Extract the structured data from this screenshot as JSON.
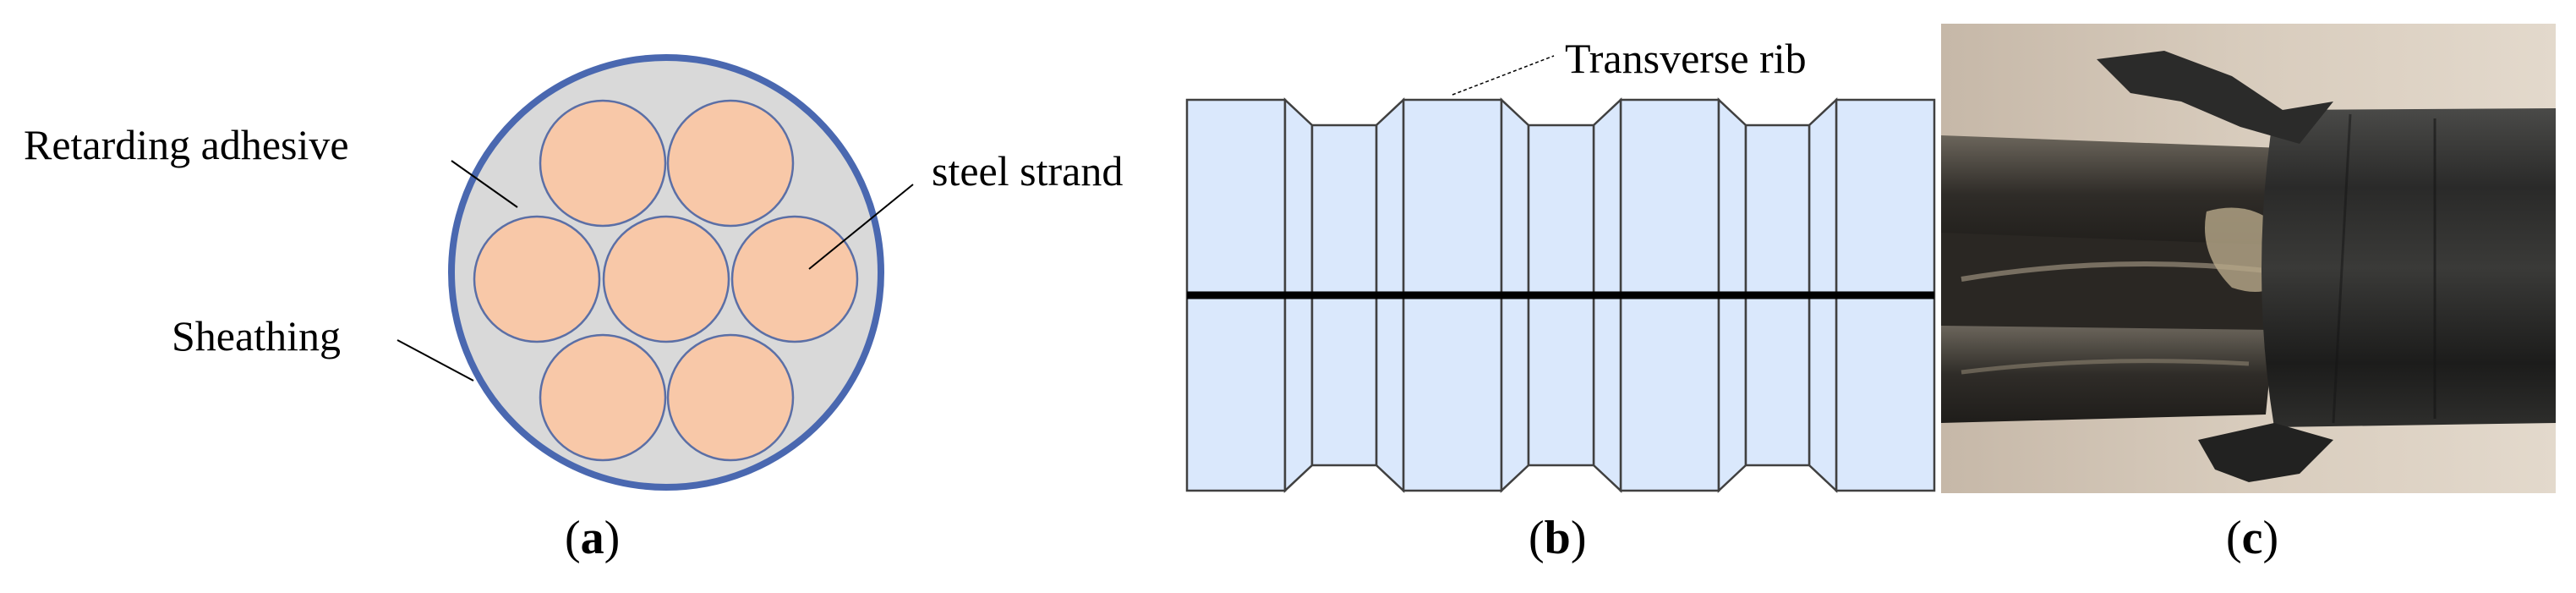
{
  "panel_a": {
    "caption_open": "(",
    "caption_letter": "a",
    "caption_close": ")",
    "labels": {
      "retarding_adhesive": "Retarding adhesive",
      "steel_strand": "steel strand",
      "sheathing": "Sheathing"
    },
    "colors": {
      "sheathing": "#4a68b0",
      "adhesive": "#d9d9d9",
      "strand": "#f8c8a8"
    }
  },
  "panel_b": {
    "caption_open": "(",
    "caption_letter": "b",
    "caption_close": ")",
    "labels": {
      "transverse_rib": "Transverse rib"
    },
    "colors": {
      "fill": "#dae8fc",
      "stroke": "#404040",
      "axis": "#000000"
    }
  },
  "panel_c": {
    "caption_open": "(",
    "caption_letter": "c",
    "caption_close": ")"
  }
}
